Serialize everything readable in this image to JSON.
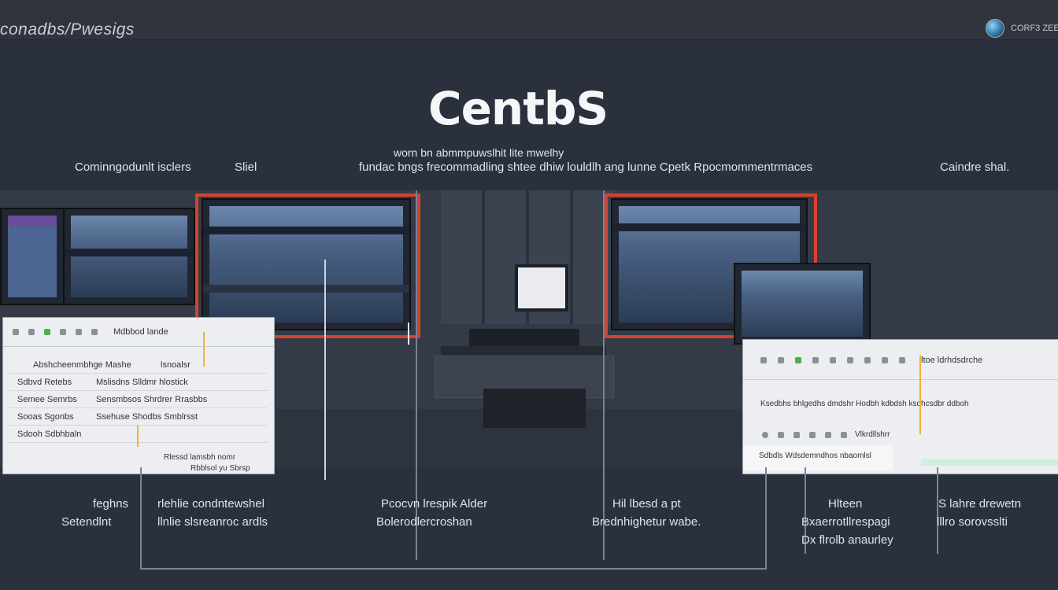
{
  "header": {
    "brand_text": "conadbs/Pwesigs",
    "right_text": "CORF3 ZEE"
  },
  "hero": {
    "logo_text": "CentbS",
    "subtitle_line1": "worn bn abmmpuwslhit lite mwelhy",
    "subtitle_line2": "fundac bngs frecommadling shtee dhiw louldlh ang lunne Cpetk Rpocmommentrmaces"
  },
  "top_labels": {
    "left": "Cominngodunlt isclers",
    "left2": "Sliel",
    "right": "Caindre shal."
  },
  "left_panel": {
    "title": "Mdbbod lande",
    "rows": [
      {
        "c1": "Abshcheenmbhge Mashe",
        "c2": "lsnoalsr"
      },
      {
        "c1": "Sdbvd   Retebs",
        "c2": "Mslisdns  Slldmr  hlostick"
      },
      {
        "c1": "Semee   Semrbs",
        "c2": "Sensmbsos  Shrdrer  Rrasbbs"
      },
      {
        "c1": "Sooas   Sgonbs",
        "c2": "Ssehuse  Shodbs  Smblrsst"
      },
      {
        "c1": "Sdooh   Sdbhbaln",
        "c2": ""
      }
    ],
    "status_1": "Rlessd lamsbh nomr",
    "status_2": "Rbblsol yu Sbrsp"
  },
  "right_panel": {
    "title": "ltoe ldrhdsdrche",
    "desc": "Ksedbhs bhlgedhs dmdshr Hodbh kdbdsh ksdhcsdbr ddboh",
    "mini_label": "Vlkrdllshrr",
    "status": "Sdbdls Wdsdemndhos nbaomlsl"
  },
  "bottom_labels": {
    "col1_line1": "feghns",
    "col1_line2": "Setendlnt",
    "col2_line1": "rlehlie condntewshel",
    "col2_line2": "llnlie slsreanroc ardls",
    "col3_line1": "Pcocvn lrespik   Alder",
    "col3_line2": "Bolerodlercroshan",
    "col4_line1": "Hil  lbesd  a pt",
    "col4_line2": "Brednhighetur wabe.",
    "col5_line1": "Hlteen",
    "col5_line2": "Bxaerrotllrespagi",
    "col5_line3": "Dx flrolb anaurley",
    "col6_line1": "S lahre drewetn",
    "col6_line2": "lllro sorovsslti"
  }
}
